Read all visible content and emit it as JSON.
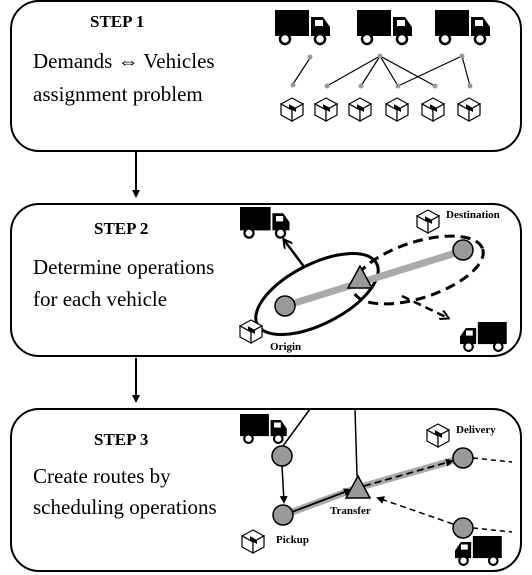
{
  "steps": [
    {
      "title": "STEP 1",
      "line1": "Demands ⇔ Vehicles",
      "line2": "assignment problem"
    },
    {
      "title": "STEP 2",
      "line1": "Determine operations",
      "line2": "for each vehicle"
    },
    {
      "title": "STEP 3",
      "line1": "Create routes by",
      "line2": "scheduling operations"
    }
  ],
  "labels": {
    "destination": "Destination",
    "origin": "Origin",
    "delivery": "Delivery",
    "transfer": "Transfer",
    "pickup": "Pickup"
  },
  "colors": {
    "node_fill": "#999999",
    "route_gray": "#aaaaaa",
    "stroke": "#000000"
  },
  "icons": [
    "truck-icon",
    "package-icon",
    "transfer-triangle-icon"
  ]
}
